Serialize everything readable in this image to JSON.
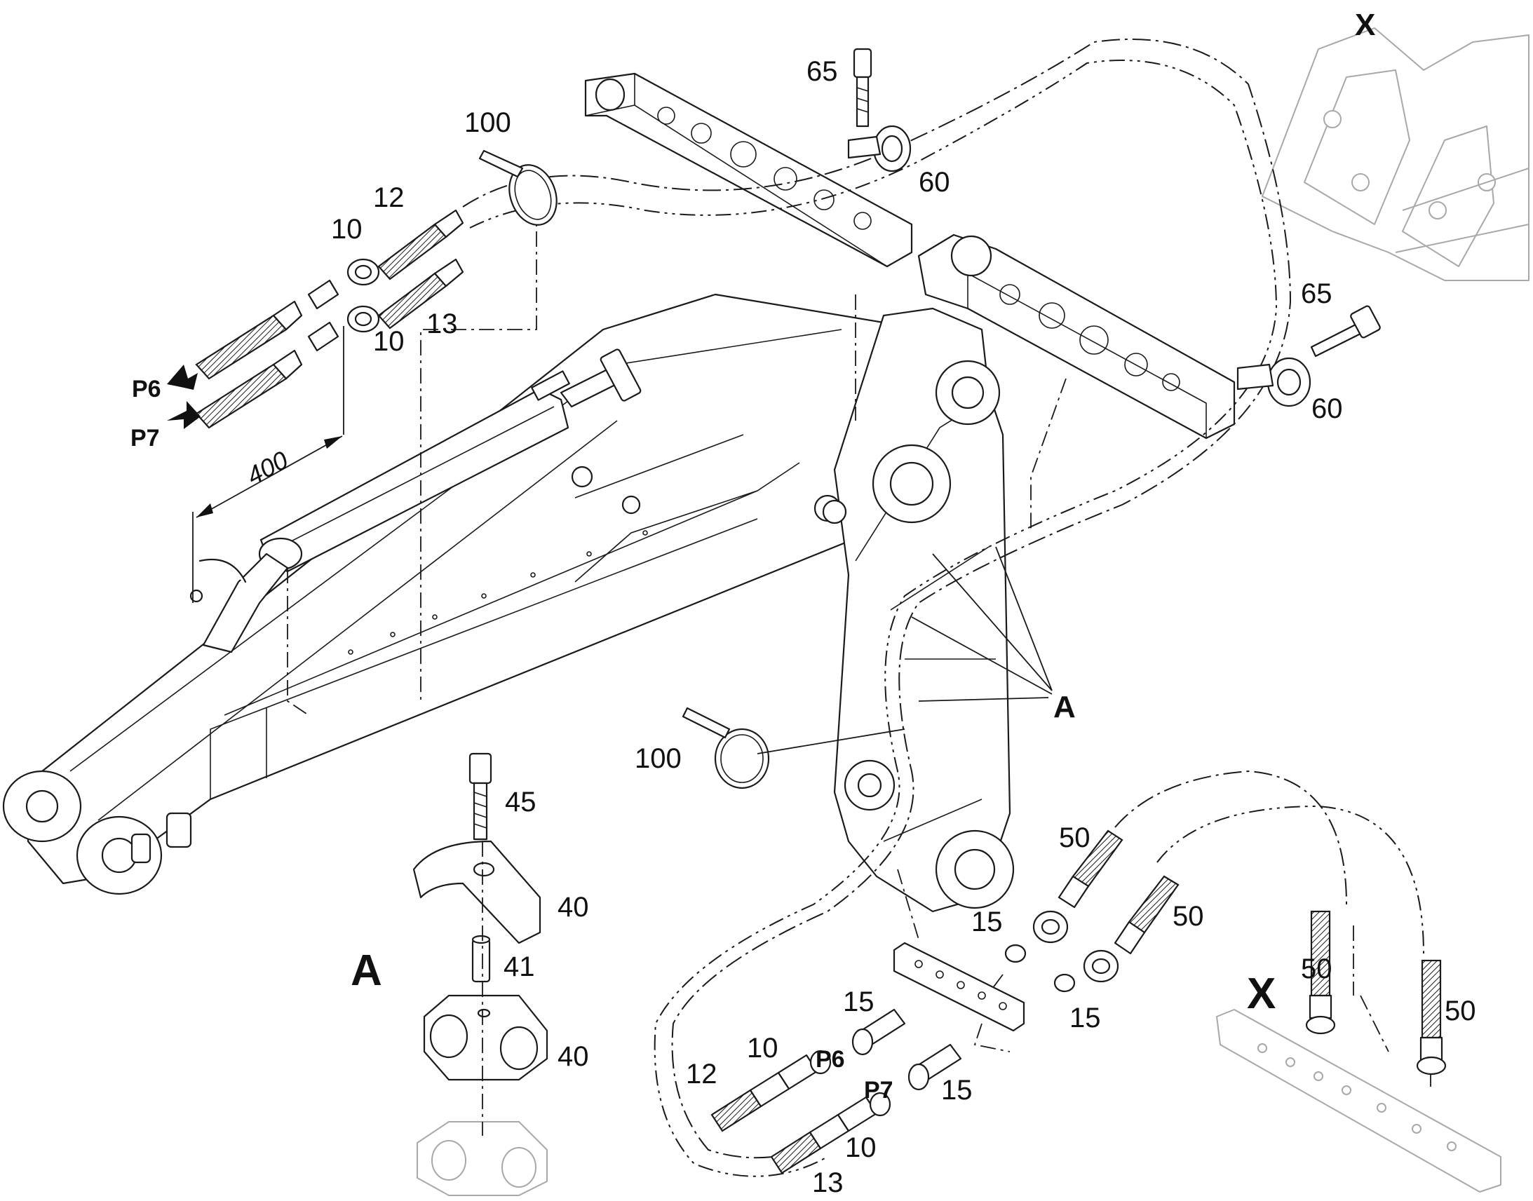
{
  "callouts": {
    "c100_top": "100",
    "c100_mid": "100",
    "c12_top": "12",
    "c12_bot": "12",
    "c10_a": "10",
    "c10_b": "10",
    "c10_c": "10",
    "c10_d": "10",
    "c13_top": "13",
    "c13_bot": "13",
    "c65_top": "65",
    "c65_right": "65",
    "c60_top": "60",
    "c60_right": "60",
    "c45": "45",
    "c40_top": "40",
    "c40_bot": "40",
    "c41": "41",
    "c50_a": "50",
    "c50_b": "50",
    "c50_c": "50",
    "c50_d": "50",
    "c15_a": "15",
    "c15_b": "15",
    "c15_c": "15",
    "c15_d": "15"
  },
  "ports": {
    "p6_left": "P6",
    "p7_left": "P7",
    "p6_detail": "P6",
    "p7_detail": "P7"
  },
  "detail_labels": {
    "x_top": "X",
    "x_bottom": "X",
    "a_pointer": "A",
    "a_detail": "A"
  },
  "dimension": {
    "length": "400"
  }
}
